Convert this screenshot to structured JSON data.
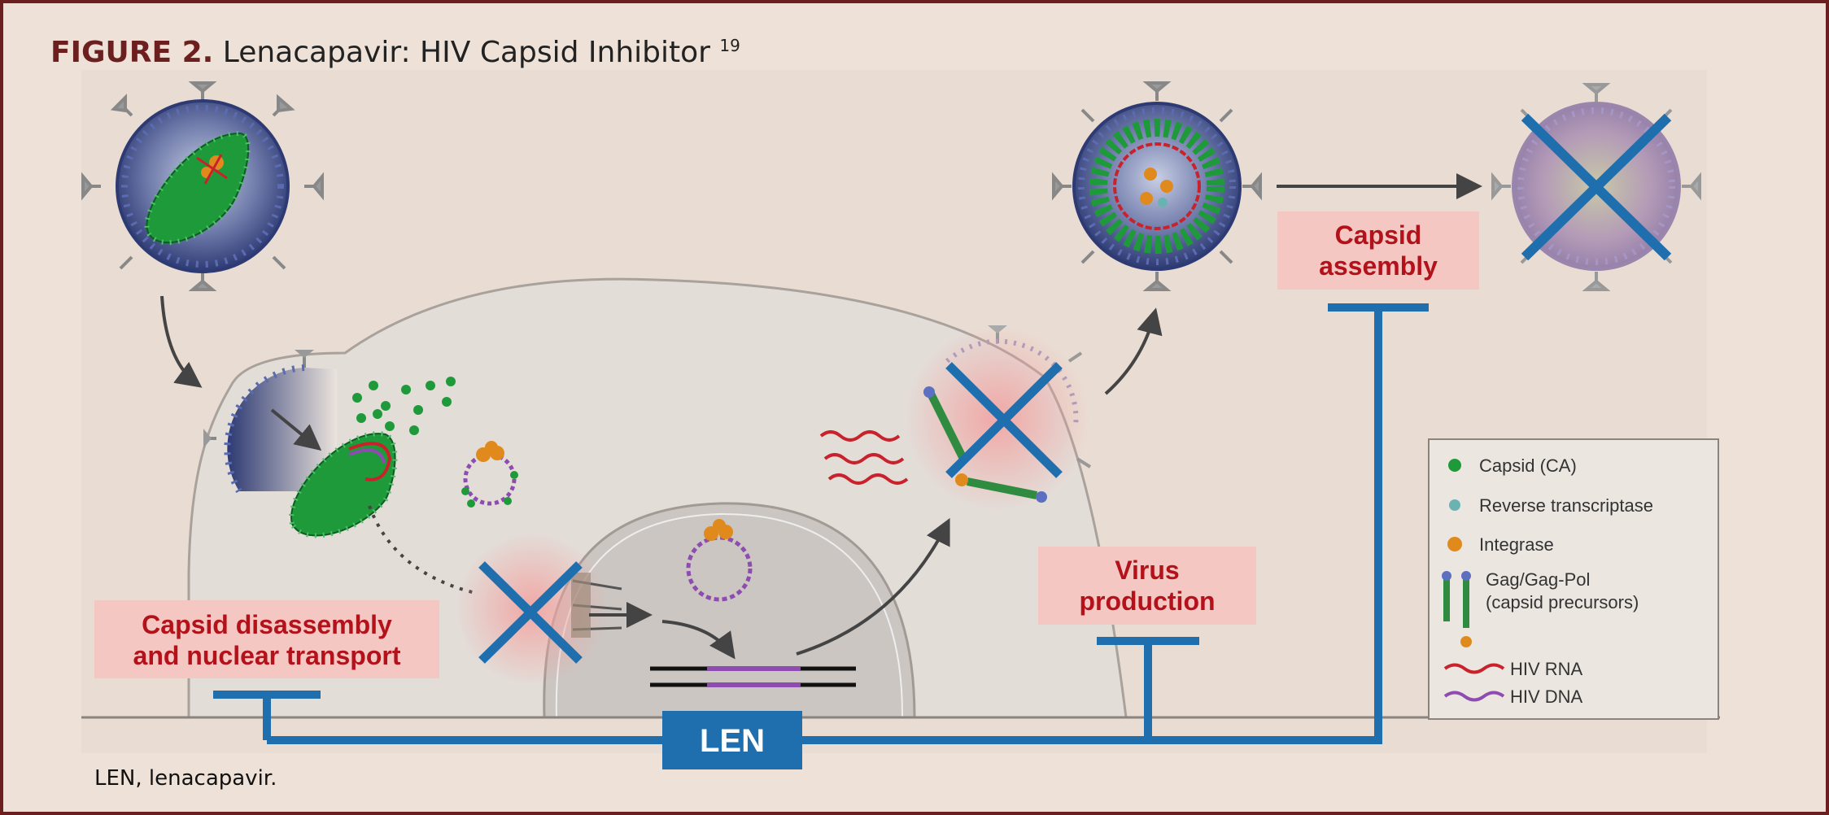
{
  "figure": {
    "label": "FIGURE 2.",
    "title": "Lenacapavir: HIV Capsid Inhibitor",
    "ref": "19"
  },
  "caption": "LEN, lenacapavir.",
  "stages": {
    "disassembly_line1": "Capsid disassembly",
    "disassembly_line2": "and nuclear transport",
    "production_line1": "Virus",
    "production_line2": "production",
    "assembly_line1": "Capsid",
    "assembly_line2": "assembly"
  },
  "drug": "LEN",
  "legend": {
    "capsid": "Capsid (CA)",
    "rt": "Reverse transcriptase",
    "integrase": "Integrase",
    "gag_line1": "Gag/Gag-Pol",
    "gag_line2": "(capsid precursors)",
    "rna": "HIV RNA",
    "dna": "HIV DNA"
  },
  "colors": {
    "inhibitor_blue": "#1f6fae",
    "stage_label_red": "#b3121b",
    "stage_box_pink": "#f4c7c3",
    "capsid_green": "#1f9a3a",
    "integrase_orange": "#e08a1e",
    "rna_red": "#c8232c",
    "dna_purple": "#8e4bb0",
    "frame_maroon": "#6b1f1f"
  }
}
